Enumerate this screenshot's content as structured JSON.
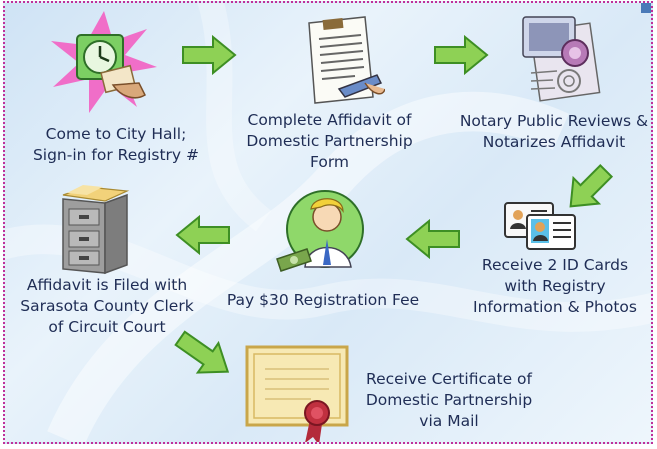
{
  "steps": [
    {
      "id": "sign-in",
      "label": "Come to City Hall;\nSign-in for Registry #"
    },
    {
      "id": "affidavit",
      "label": "Complete Affidavit of\nDomestic Partnership\nForm"
    },
    {
      "id": "notary",
      "label": "Notary Public Reviews &\nNotarizes Affidavit"
    },
    {
      "id": "id-cards",
      "label": "Receive 2 ID Cards\nwith Registry\nInformation & Photos"
    },
    {
      "id": "fee",
      "label": "Pay $30 Registration Fee"
    },
    {
      "id": "filed",
      "label": "Affidavit is Filed with\nSarasota County Clerk\nof Circuit Court"
    },
    {
      "id": "certificate",
      "label": "Receive Certificate of\nDomestic Partnership\nvia Mail"
    }
  ],
  "colors": {
    "arrow_light": "#a8dc6a",
    "arrow_dark": "#3e8f24",
    "border": "#c0309a",
    "text": "#1f2d55"
  }
}
